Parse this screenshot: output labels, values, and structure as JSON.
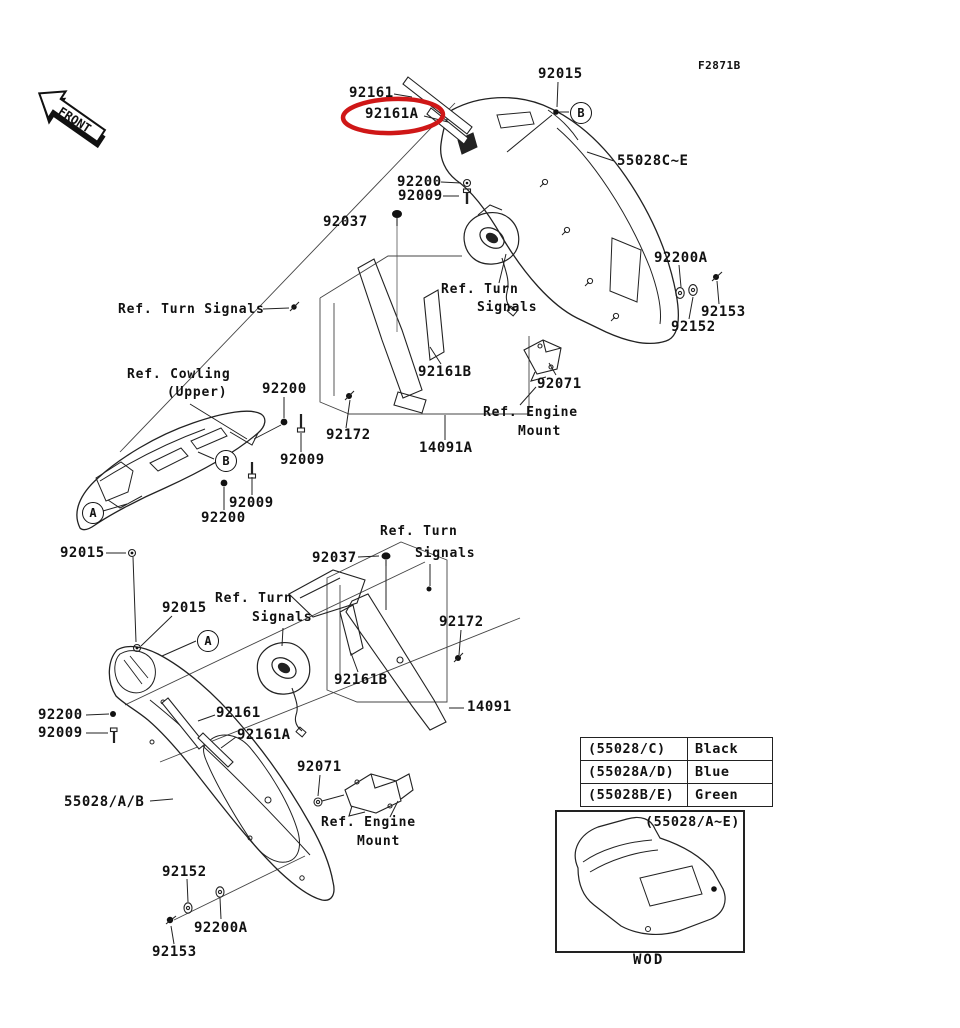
{
  "fig_code": "F2871B",
  "front_label": "FRONT",
  "highlight": {
    "circled_part": "92161A",
    "color": "#cf1717"
  },
  "callouts": {
    "a": "A",
    "b": "B"
  },
  "labels": {
    "u_92015": "92015",
    "u_92161": "92161",
    "u_92161a": "92161A",
    "u_55028ce": "55028C~E",
    "u_92200": "92200",
    "u_92009": "92009",
    "u_92037": "92037",
    "u_ref_turn_left": "Ref. Turn Signals",
    "u_ref_turn_c1": "Ref. Turn",
    "u_ref_turn_c2": "Signals",
    "u_92200a": "92200A",
    "u_92153": "92153",
    "u_92152": "92152",
    "u_92161b": "92161B",
    "u_92071": "92071",
    "u_ref_engine1": "Ref. Engine",
    "u_ref_engine2": "Mount",
    "u_92172": "92172",
    "u_14091a": "14091A",
    "m_ref_cowling1": "Ref. Cowling",
    "m_ref_cowling2": "(Upper)",
    "m_92200": "92200",
    "m_92009_r": "92009",
    "m_92009_l": "92009",
    "m_92200_l": "92200",
    "m_92015": "92015",
    "l_92037": "92037",
    "l_ref_turn_r1": "Ref. Turn",
    "l_ref_turn_r2": "Signals",
    "l_92015": "92015",
    "l_ref_turn_l1": "Ref. Turn",
    "l_ref_turn_l2": "Signals",
    "l_92172": "92172",
    "l_92161b": "92161B",
    "l_14091": "14091",
    "l_92161": "92161",
    "l_92161a": "92161A",
    "l_92200": "92200",
    "l_92009": "92009",
    "l_55028ab": "55028/A/B",
    "l_92071": "92071",
    "l_ref_engine1": "Ref. Engine",
    "l_ref_engine2": "Mount",
    "l_92152": "92152",
    "l_92200a": "92200A",
    "l_92153": "92153"
  },
  "color_table": {
    "rows": [
      {
        "part": "(55028/C)",
        "color": "Black"
      },
      {
        "part": "(55028A/D)",
        "color": "Blue"
      },
      {
        "part": "(55028B/E)",
        "color": "Green"
      }
    ]
  },
  "inset": {
    "caption": "(55028/A~E)",
    "footer": "WOD"
  }
}
